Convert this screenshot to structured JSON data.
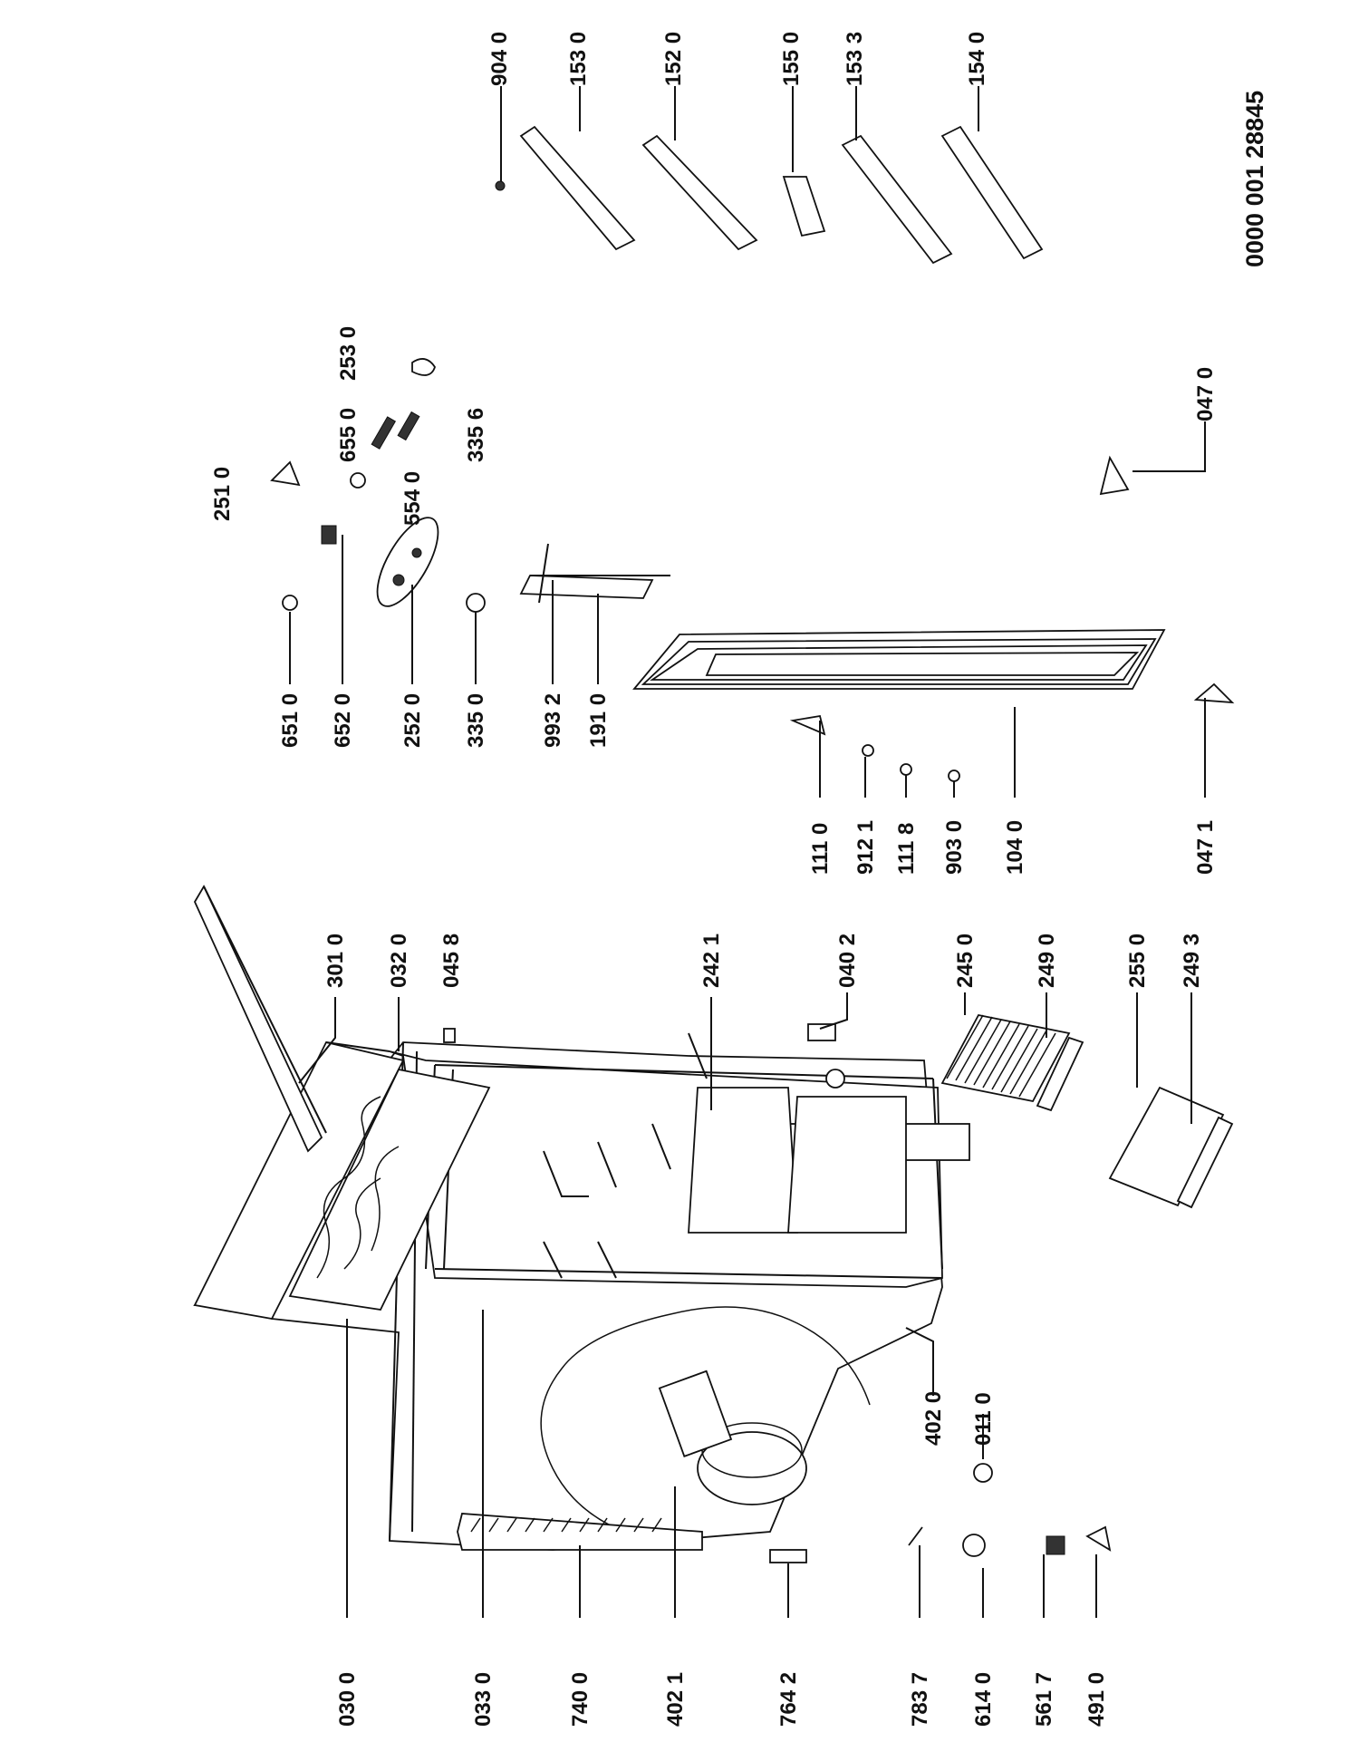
{
  "document_number": "0000 001 28845",
  "parts": [
    "030 0",
    "033 0",
    "740 0",
    "402 1",
    "764 2",
    "783 7",
    "614 0",
    "561 7",
    "491 0",
    "301 0",
    "032 0",
    "045 8",
    "242 1",
    "040 2",
    "245 0",
    "249 0",
    "255 0",
    "249 3",
    "402 0",
    "011 0",
    "111 0",
    "912 1",
    "111 8",
    "903 0",
    "104 0",
    "047 1",
    "047 0",
    "651 0",
    "652 0",
    "252 0",
    "335 0",
    "993 2",
    "191 0",
    "251 0",
    "554 0",
    "655 0",
    "335 6",
    "253 0",
    "904 0",
    "153 0",
    "152 0",
    "155 0",
    "153 3",
    "154 0"
  ]
}
